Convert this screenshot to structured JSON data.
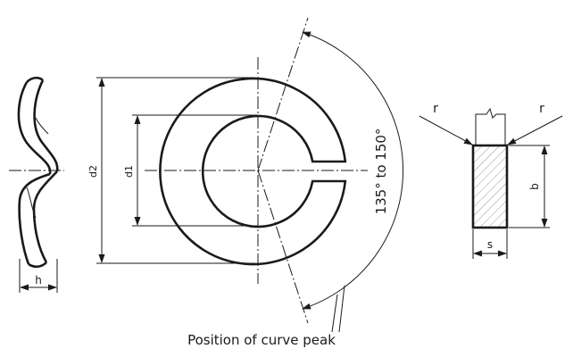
{
  "labels": {
    "h": "h",
    "d2": "d2",
    "d1": "d1",
    "angle": "135° to 150°",
    "caption": "Position of curve peak",
    "r_left": "r",
    "r_right": "r",
    "b": "b",
    "s": "s"
  },
  "colors": {
    "line": "#1a1a1a",
    "hatch": "#9a9a9a",
    "background": "#ffffff"
  }
}
